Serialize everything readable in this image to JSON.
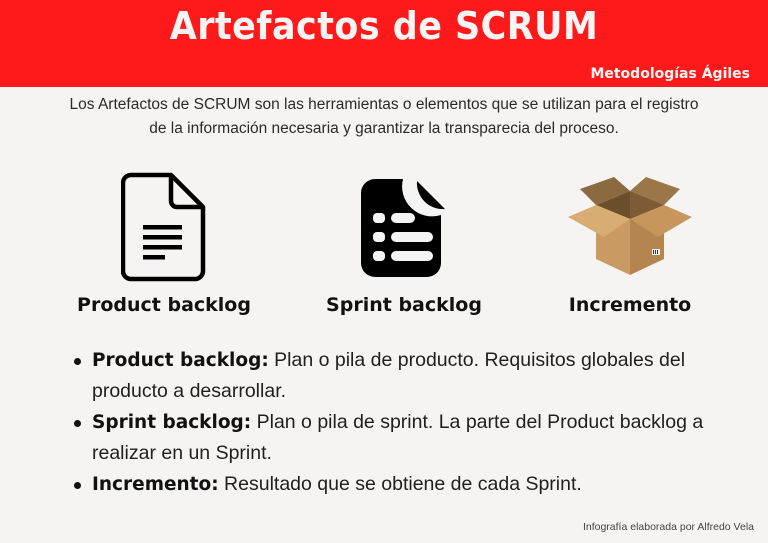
{
  "header": {
    "title": "Artefactos de SCRUM",
    "subtitle": "Metodologías Ágiles",
    "background_color": "#fe1a1a",
    "text_color": "#f7f5f3"
  },
  "intro": {
    "line1": "Los Artefactos de SCRUM son las herramientas o elementos que se utilizan para el registro",
    "line2": "de la información necesaria y garantizar la transparecia del proceso."
  },
  "artifacts": [
    {
      "icon": "document-outline-icon",
      "label": "Product backlog"
    },
    {
      "icon": "list-document-icon",
      "label": "Sprint backlog"
    },
    {
      "icon": "cardboard-box-icon",
      "label": "Incremento"
    }
  ],
  "definitions": [
    {
      "term": "Product backlog:",
      "text": " Plan o pila de producto. Requisitos globales del producto a desarrollar."
    },
    {
      "term": "Sprint backlog:",
      "text": " Plan o pila de sprint. La parte del Product backlog a realizar en un Sprint."
    },
    {
      "term": "Incremento:",
      "text": " Resultado que se obtiene de cada Sprint."
    }
  ],
  "footer": {
    "credit": "Infografía elaborada por Alfredo Vela"
  }
}
